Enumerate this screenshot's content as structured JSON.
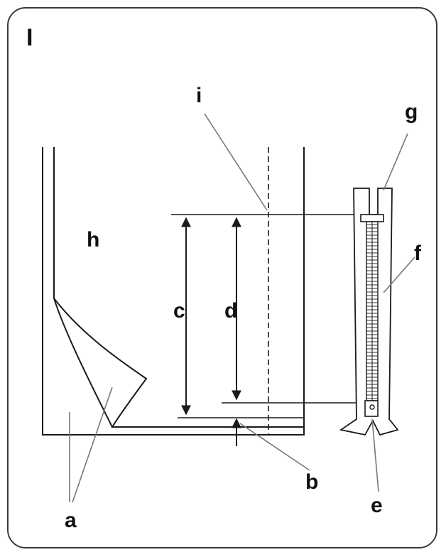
{
  "figure_label": "I",
  "labels": {
    "a": "a",
    "b": "b",
    "c": "c",
    "d": "d",
    "e": "e",
    "f": "f",
    "g": "g",
    "h": "h",
    "i": "i"
  },
  "colors": {
    "line": "#1a1a1a",
    "leader": "#777777",
    "frame": "#3a3a3a"
  }
}
